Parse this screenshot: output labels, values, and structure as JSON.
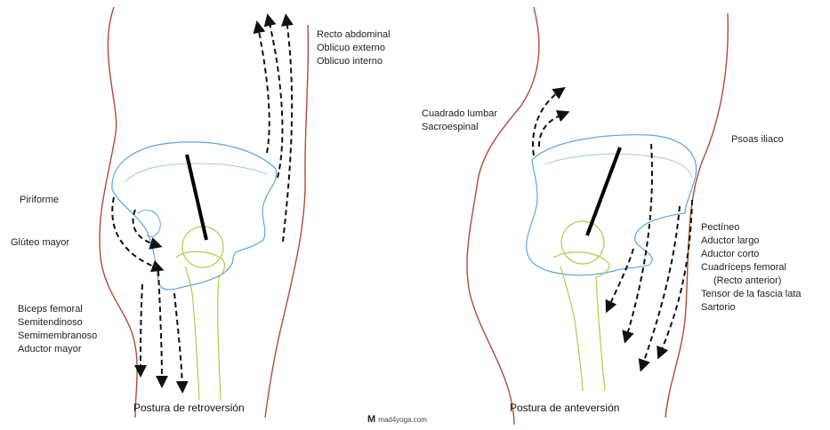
{
  "left_panel": {
    "abdominal_labels": [
      "Recto abdominal",
      "Oblicuo externo",
      "Oblicuo interno"
    ],
    "piriforme": "Piriforme",
    "gluteo": "Glúteo mayor",
    "hamstring_labels": [
      "Biceps femoral",
      "Semitendinoso",
      "Semimembranoso",
      "Aductor mayor"
    ],
    "caption": "Postura de retroversión"
  },
  "right_panel": {
    "lumbar_labels": [
      "Cuadrado lumbar",
      "Sacroespinal"
    ],
    "psoas": "Psoas iliaco",
    "anterior_labels": [
      "Pectíneo",
      "Aductor largo",
      "Aductor corto",
      "Cuadríceps femoral",
      "(Recto anterior)",
      "Tensor de la fascia lata",
      "Sartorio"
    ],
    "caption": "Postura de anteversión"
  },
  "watermark": {
    "logo": "M",
    "text": "mad4yoga.com"
  },
  "colors": {
    "body_outline": "#b5483a",
    "pelvis": "#5aa7dc",
    "femur": "#b8c94a",
    "arrow": "#111111",
    "axis": "#000000"
  }
}
